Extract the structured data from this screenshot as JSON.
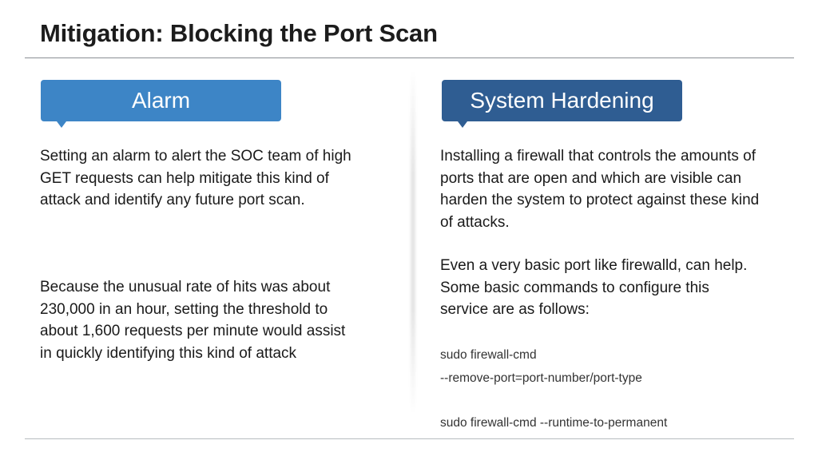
{
  "slide": {
    "title": "Mitigation: Blocking the Port Scan"
  },
  "left": {
    "heading": "Alarm",
    "paragraph1": "Setting an alarm to alert the SOC team of high GET requests can help mitigate this kind of attack and identify any future port scan.",
    "paragraph2": "Because the unusual rate of hits was about 230,000 in an hour, setting the threshold to about 1,600 requests per minute would assist in quickly identifying this kind of attack"
  },
  "right": {
    "heading": "System Hardening",
    "paragraph1": "Installing a firewall that controls the amounts of ports that are open and which are visible can harden the system to protect against these kind of attacks.",
    "paragraph2": "Even a very basic port like firewalld, can help. Some basic commands to configure this service are as follows:",
    "command1_line1": "sudo firewall-cmd",
    "command1_line2": "--remove-port=port-number/port-type",
    "command2": "sudo firewall-cmd --runtime-to-permanent"
  },
  "colors": {
    "alarm_callout": "#3d85c6",
    "hardening_callout": "#2f5d92"
  }
}
